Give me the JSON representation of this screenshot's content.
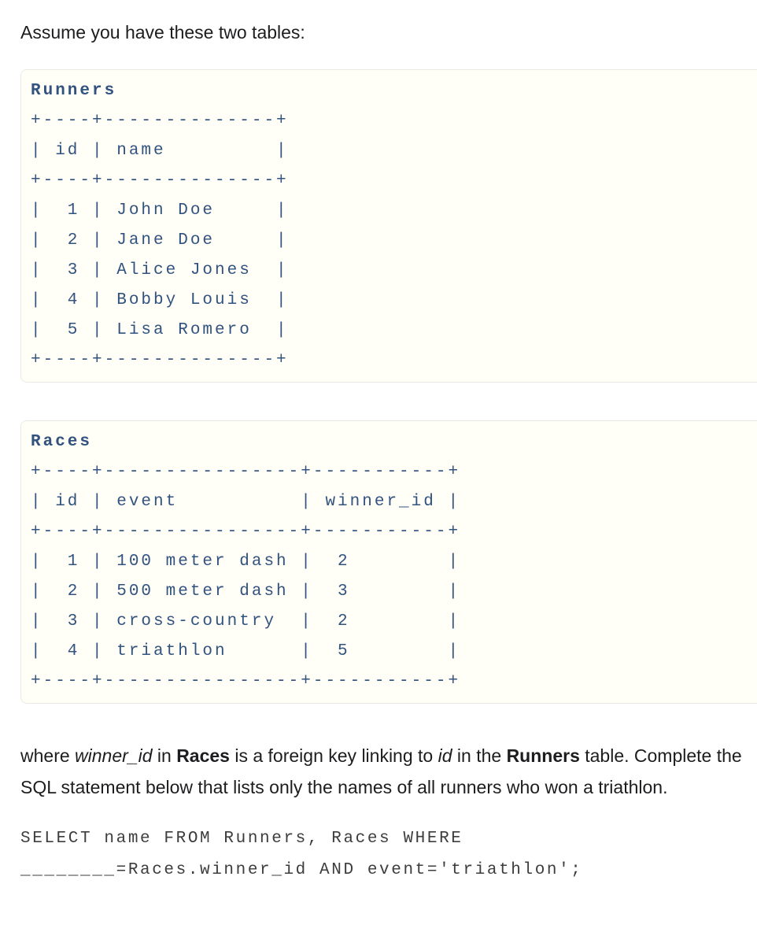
{
  "page": {
    "intro": "Assume you have these two tables:",
    "code_blocks": [
      {
        "title": "Runners",
        "lines": [
          "+----+--------------+",
          "| id | name         |",
          "+----+--------------+",
          "|  1 | John Doe     |",
          "|  2 | Jane Doe     |",
          "|  3 | Alice Jones  |",
          "|  4 | Bobby Louis  |",
          "|  5 | Lisa Romero  |",
          "+----+--------------+"
        ]
      },
      {
        "title": "Races",
        "lines": [
          "+----+----------------+-----------+",
          "| id | event          | winner_id |",
          "+----+----------------+-----------+",
          "|  1 | 100 meter dash |  2        |",
          "|  2 | 500 meter dash |  3        |",
          "|  3 | cross-country  |  2        |",
          "|  4 | triathlon      |  5        |",
          "+----+----------------+-----------+"
        ]
      }
    ],
    "explanation": {
      "segments": [
        {
          "text": "where ",
          "style": "normal"
        },
        {
          "text": "winner_id",
          "style": "italic"
        },
        {
          "text": " in ",
          "style": "normal"
        },
        {
          "text": "Races",
          "style": "bold"
        },
        {
          "text": " is a foreign key linking to ",
          "style": "normal"
        },
        {
          "text": "id",
          "style": "italic"
        },
        {
          "text": " in the ",
          "style": "normal"
        },
        {
          "text": "Runners",
          "style": "bold"
        },
        {
          "text": " table. Complete the SQL statement below that lists only the names of all runners who won a triathlon.",
          "style": "normal"
        }
      ]
    },
    "sql": {
      "line1": "SELECT name FROM Runners, Races WHERE",
      "line2": "________=Races.winner_id AND event='triathlon';"
    },
    "colors": {
      "code_text": "#31537e",
      "code_background": "#fffef7",
      "code_border": "#e9e9e4",
      "body_text": "#1d1d1f",
      "sql_text": "#3d3d3d"
    }
  }
}
